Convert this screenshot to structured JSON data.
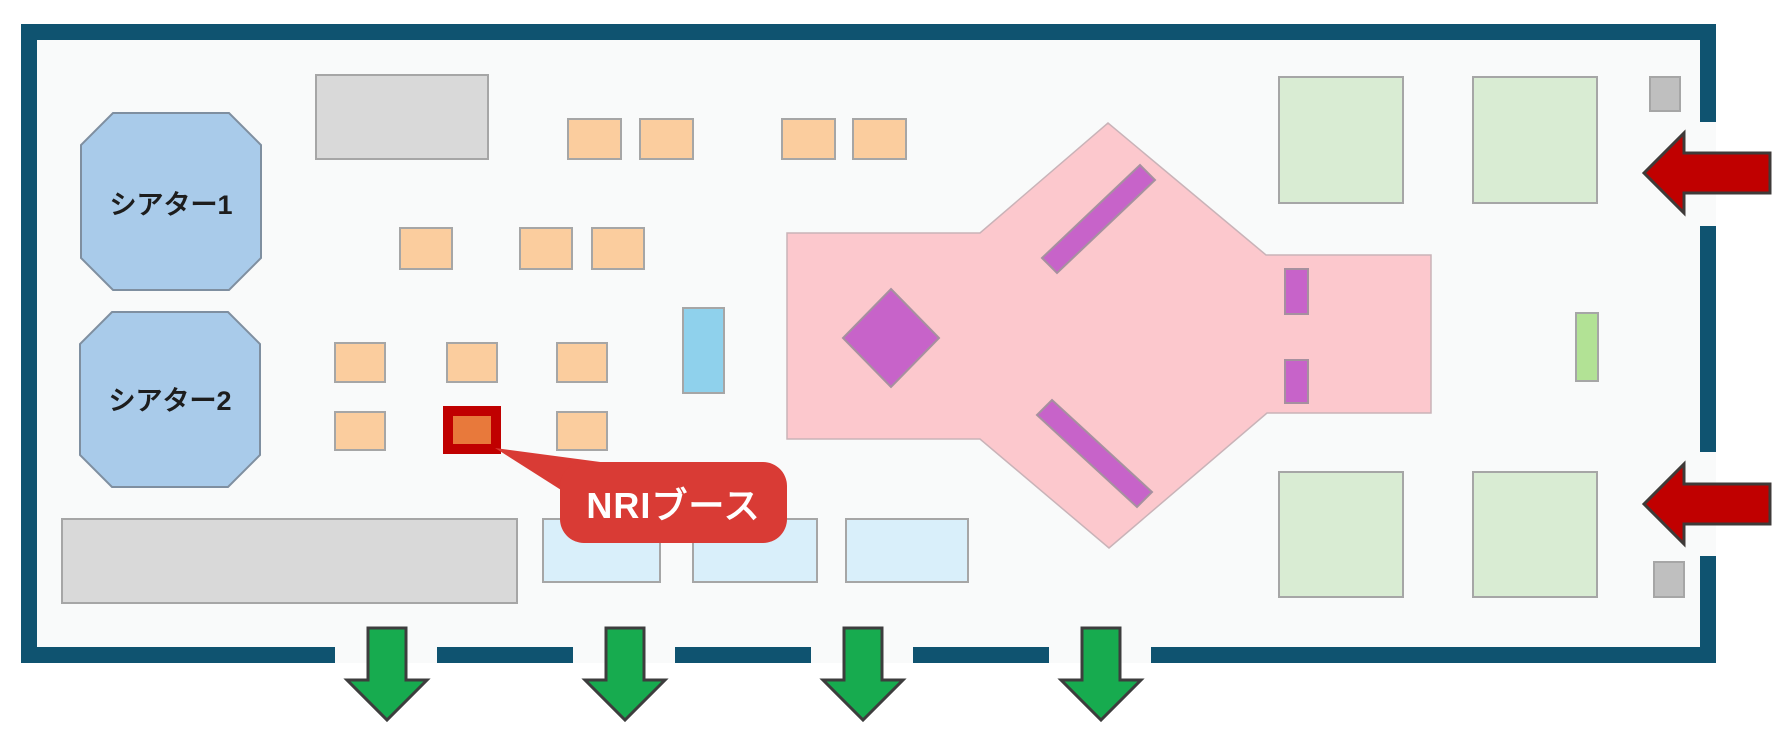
{
  "map": {
    "name": "exhibition-hall-floor-map",
    "theaters": {
      "theater1": "シアター1",
      "theater2": "シアター2"
    },
    "callout": {
      "label": "NRIブース"
    },
    "counts": {
      "orange_booths": 12,
      "highlighted_nri_booth": 1,
      "large_green_booths": 4,
      "light_blue_booths": 3,
      "gray_blocks": 2,
      "small_gray_blocks": 2,
      "exit_arrows_bottom": 4,
      "entrance_arrows_right": 2,
      "magenta_fixtures": 5
    },
    "colors": {
      "wall": "#0f5370",
      "floor": "#f9fafa",
      "theater_fill": "#a9cbea",
      "theater_border": "#7f8fa0",
      "orange_booth": "#fbcd9e",
      "booth_border": "#a6a6a6",
      "gray_block": "#d9d9d9",
      "small_gray_block": "#bfbfbf",
      "light_blue_booth": "#d9effa",
      "sky_blue_block": "#8fd1ec",
      "pink_zone": "#fcc8cd",
      "magenta_fixture": "#c763c9",
      "green_booth": "#d9ecd3",
      "green_small_block": "#b2e295",
      "nri_booth_border": "#c00000",
      "nri_booth_fill": "#e8793b",
      "callout_red": "#d93b35",
      "callout_text": "#ffffff",
      "exit_arrow_green": "#17ab4f",
      "entrance_arrow_red": "#c00000",
      "arrow_outline": "#3d3d3d"
    }
  }
}
